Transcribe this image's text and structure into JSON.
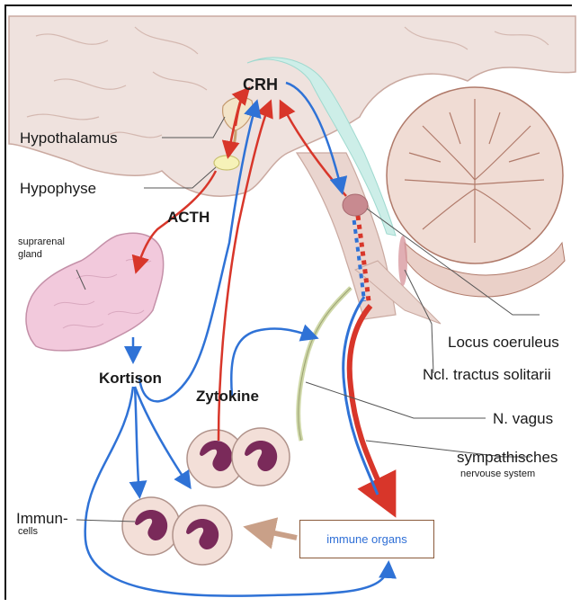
{
  "labels": {
    "crh": "CRH",
    "hypothalamus": "Hypothalamus",
    "hypophyse": "Hypophyse",
    "acth": "ACTH",
    "suprarenal": "suprarenal",
    "gland": "gland",
    "kortison": "Kortison",
    "zytokine": "Zytokine",
    "immun": "Immun-",
    "cells": "cells",
    "locus_coeruleus": "Locus coeruleus",
    "ncl_tractus": "Ncl. tractus solitarii",
    "n_vagus": "N. vagus",
    "sympathisches": "sympathisches",
    "nervouse_system": "nervouse system",
    "immune_organs": "immune  organs"
  },
  "colors": {
    "brain": "#efe2de",
    "brain_shadow": "#d9c4be",
    "cerebellum": "#f0dcd4",
    "cerebellum_line": "#b07a6a",
    "ventricle": "#cdeee8",
    "gland": "#f2c9dc",
    "cell_body": "#f3dfd8",
    "nucleus": "#7a2a5a",
    "arrow_red": "#d8362a",
    "arrow_blue": "#2f72d6",
    "arrow_brown": "#c9a088",
    "leader": "#555555"
  }
}
